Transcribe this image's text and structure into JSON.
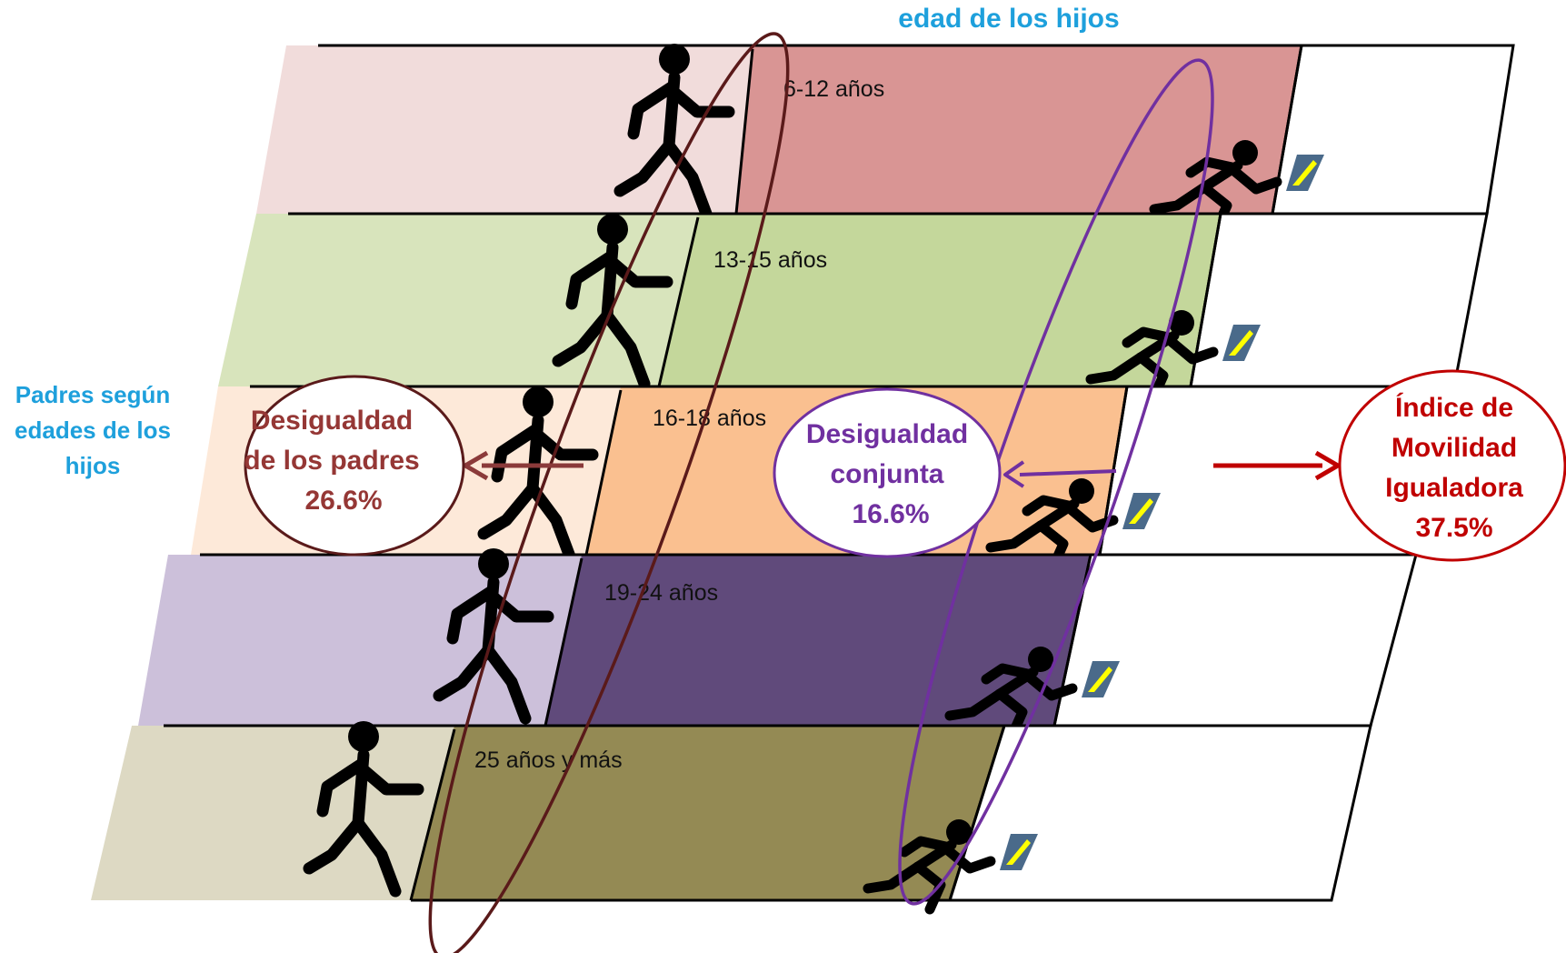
{
  "title_children_age": "edad de los hijos",
  "left_label": [
    "Padres según",
    "edades de  los",
    "hijos"
  ],
  "colors": {
    "blue_text": "#1ea0dc",
    "parents_color": "#8b3a3a",
    "joint_color": "#7030a0",
    "index_color": "#c00000",
    "marker_yellow": "#ffff00",
    "marker_outline": "#4a6a8a"
  },
  "rows": [
    {
      "age_label": "6-12 años",
      "parent_color": "#f1dcdb",
      "child_color": "#d99594",
      "icon": "walking-person-icon"
    },
    {
      "age_label": "13-15 años",
      "parent_color": "#d8e4bc",
      "child_color": "#c4d79b",
      "icon": "walking-person-icon"
    },
    {
      "age_label": "16-18 años",
      "parent_color": "#fde9d9",
      "child_color": "#fac090",
      "icon": "walking-person-icon"
    },
    {
      "age_label": "19-24 años",
      "parent_color": "#ccc0da",
      "child_color": "#604a7b",
      "icon": "walking-person-icon"
    },
    {
      "age_label": "25 años y más",
      "parent_color": "#ddd9c3",
      "child_color": "#948a54",
      "icon": "walking-person-icon"
    }
  ],
  "parents_inequality": {
    "line1": "Desigualdad",
    "line2": "de los padres",
    "value": "26.6%"
  },
  "joint_inequality": {
    "line1": "Desigualdad",
    "line2": "conjunta",
    "value": "16.6%"
  },
  "mobility_index": {
    "line1": "Índice de",
    "line2": "Movilidad",
    "line3": "Igualadora",
    "value": "37.5%"
  }
}
